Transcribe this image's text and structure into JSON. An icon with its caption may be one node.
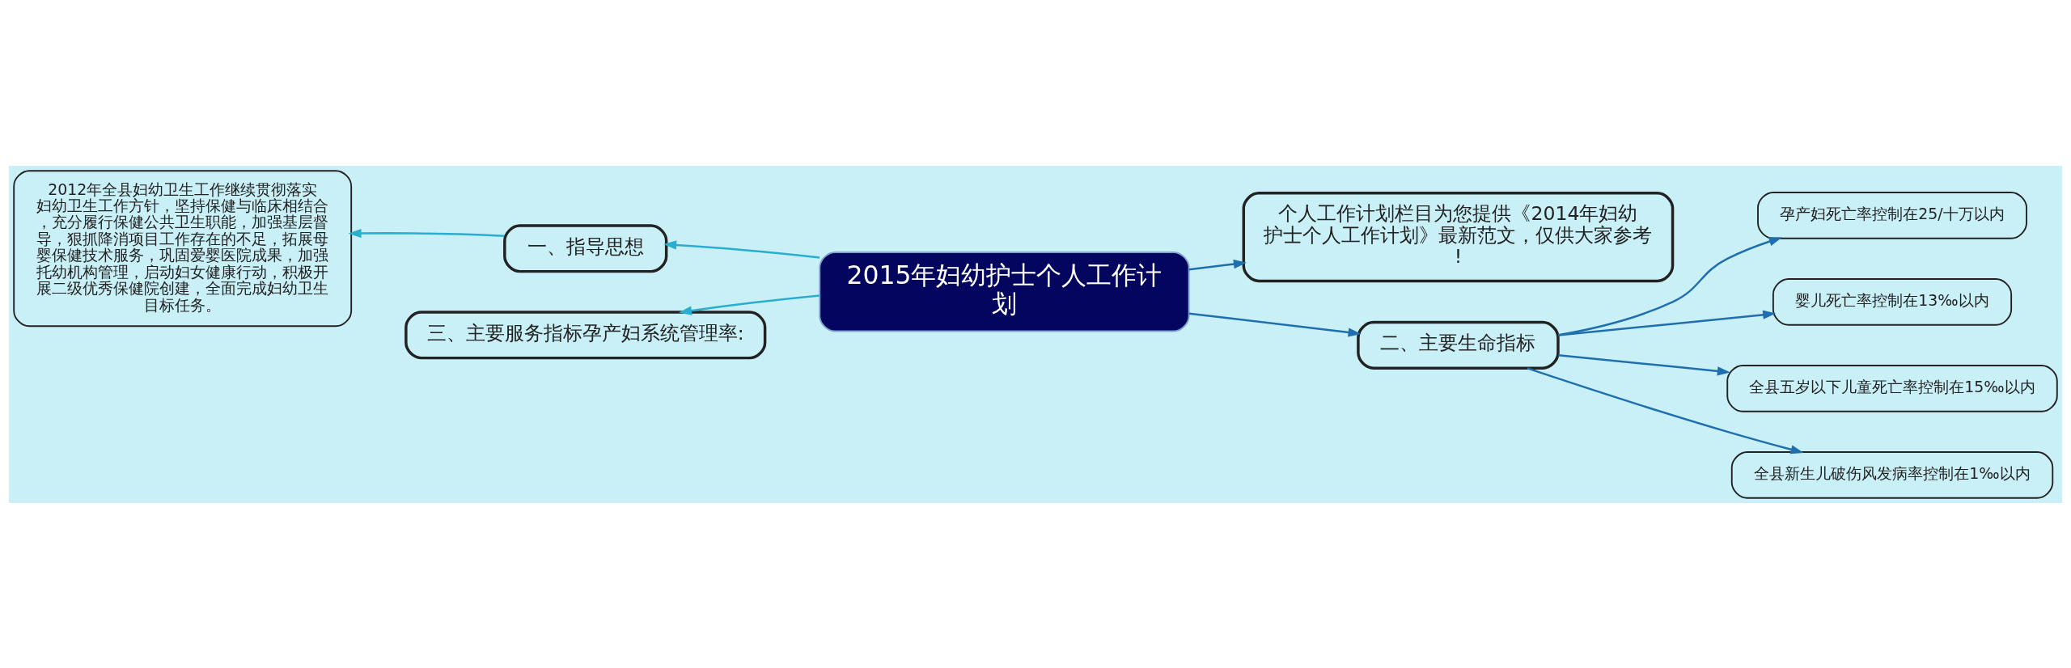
{
  "diagram": {
    "nodes": [
      {
        "text": [
          "2015年妇幼护士个人工作计划"
        ]
      },
      {
        "text": [
          "一、指导思想"
        ]
      },
      {
        "text": [
          "2012年全县妇幼卫生工作继续贯彻落实妇幼卫生工作方针，坚持保健与临床相结合，充分履行保健公共卫生职能，加强基层督导，狠抓降消项目工作存在的不足，拓展母婴保健技术服务，巩固爱婴医院成果，加强托幼机构管理，启动妇女健康行动，积极开展二级优秀保健院创建，全面完成妇幼卫生目标任务。"
        ]
      },
      {
        "text": [
          "三、主要服务指标孕产妇系统管理率:"
        ]
      },
      {
        "text": [
          "个人工作计划栏目为您提供《2014年妇幼护士个人工作计划》最新范文，仅供大家参考!"
        ]
      },
      {
        "text": [
          "二、主要生命指标"
        ]
      },
      {
        "text": [
          "孕产妇死亡率控制在25/十万以内"
        ]
      },
      {
        "text": [
          "婴儿死亡率控制在13‰以内"
        ]
      },
      {
        "text": [
          "全县五岁以下儿童死亡率控制在15‰以内"
        ]
      },
      {
        "text": [
          "全县新生儿破伤风发病率控制在1‰以内"
        ]
      }
    ],
    "edges": [
      {
        "from": 0,
        "to": 1,
        "arrow": "to",
        "color": "#2aaed0"
      },
      {
        "from": 1,
        "to": 2,
        "arrow": "to",
        "color": "#2aaed0"
      },
      {
        "from": 0,
        "to": 3,
        "arrow": "to",
        "color": "#2aaed0"
      },
      {
        "from": 0,
        "to": 4,
        "arrow": "to"
      },
      {
        "from": 0,
        "to": 5,
        "arrow": "to"
      },
      {
        "from": 5,
        "to": 6,
        "arrow": "to"
      },
      {
        "from": 5,
        "to": 7,
        "arrow": "to"
      },
      {
        "from": 5,
        "to": 8,
        "arrow": "to"
      },
      {
        "from": 5,
        "to": 9,
        "arrow": "to"
      }
    ]
  }
}
